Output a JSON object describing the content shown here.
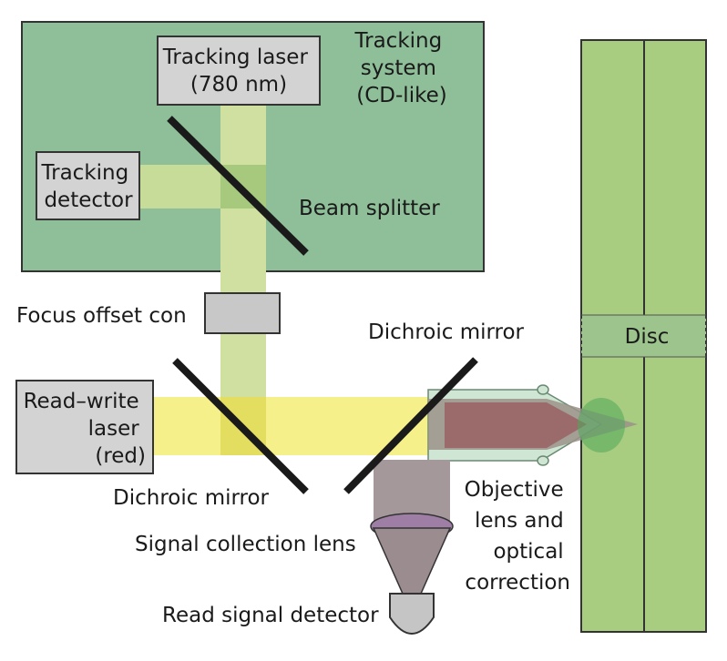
{
  "labels": {
    "tracking_laser": [
      "Tracking laser",
      "(780 nm)"
    ],
    "tracking_system": [
      "Tracking",
      "system",
      "(CD-like)"
    ],
    "tracking_detector": [
      "Tracking",
      "detector"
    ],
    "beam_splitter": "Beam splitter",
    "focus_offset": "Focus offset con",
    "dichroic_mirror_top": "Dichroic mirror",
    "dichroic_mirror_bottom": "Dichroic mirror",
    "read_write_laser": [
      "Read–write",
      "laser",
      "(red)"
    ],
    "disc": "Disc",
    "objective": [
      "Objective",
      "lens and",
      "optical",
      "correction"
    ],
    "signal_collection": "Signal collection lens",
    "read_signal_detector": "Read signal detector"
  },
  "colors": {
    "tracking_system_fill": "#8fbf99",
    "box_fill": "#d3d3d3",
    "tracking_beam": "#cfe0a0",
    "read_beam": "#f6f08a",
    "disc_fill": "#a8cc80",
    "signal_beam": "#9e8c8e",
    "mirror": "#1a1a1a"
  }
}
